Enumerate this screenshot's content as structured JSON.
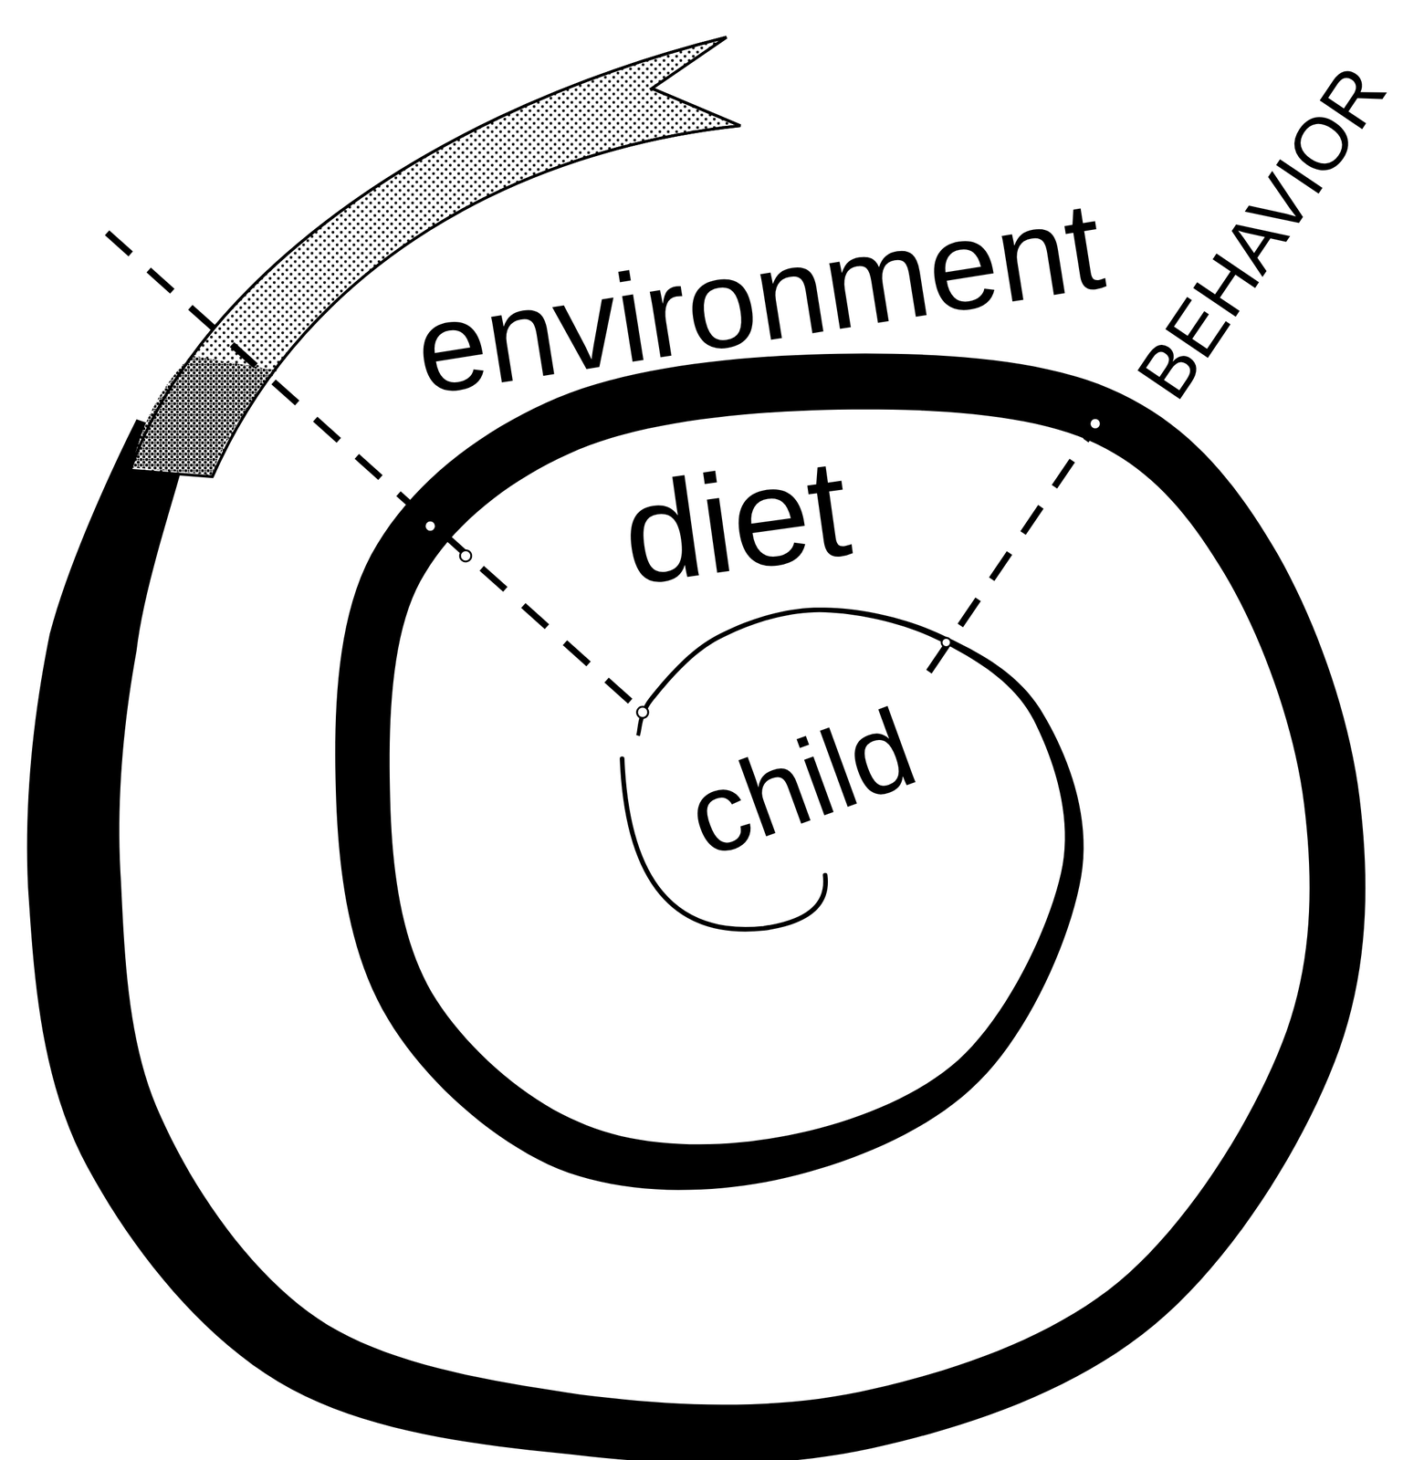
{
  "diagram": {
    "nodes": [
      {
        "text": [
          "environment"
        ]
      },
      {
        "text": [
          "diet"
        ],
        "in": 0
      },
      {
        "text": [
          "child"
        ],
        "in": 1
      }
    ],
    "labels": [
      "BEHAVIOR"
    ]
  }
}
